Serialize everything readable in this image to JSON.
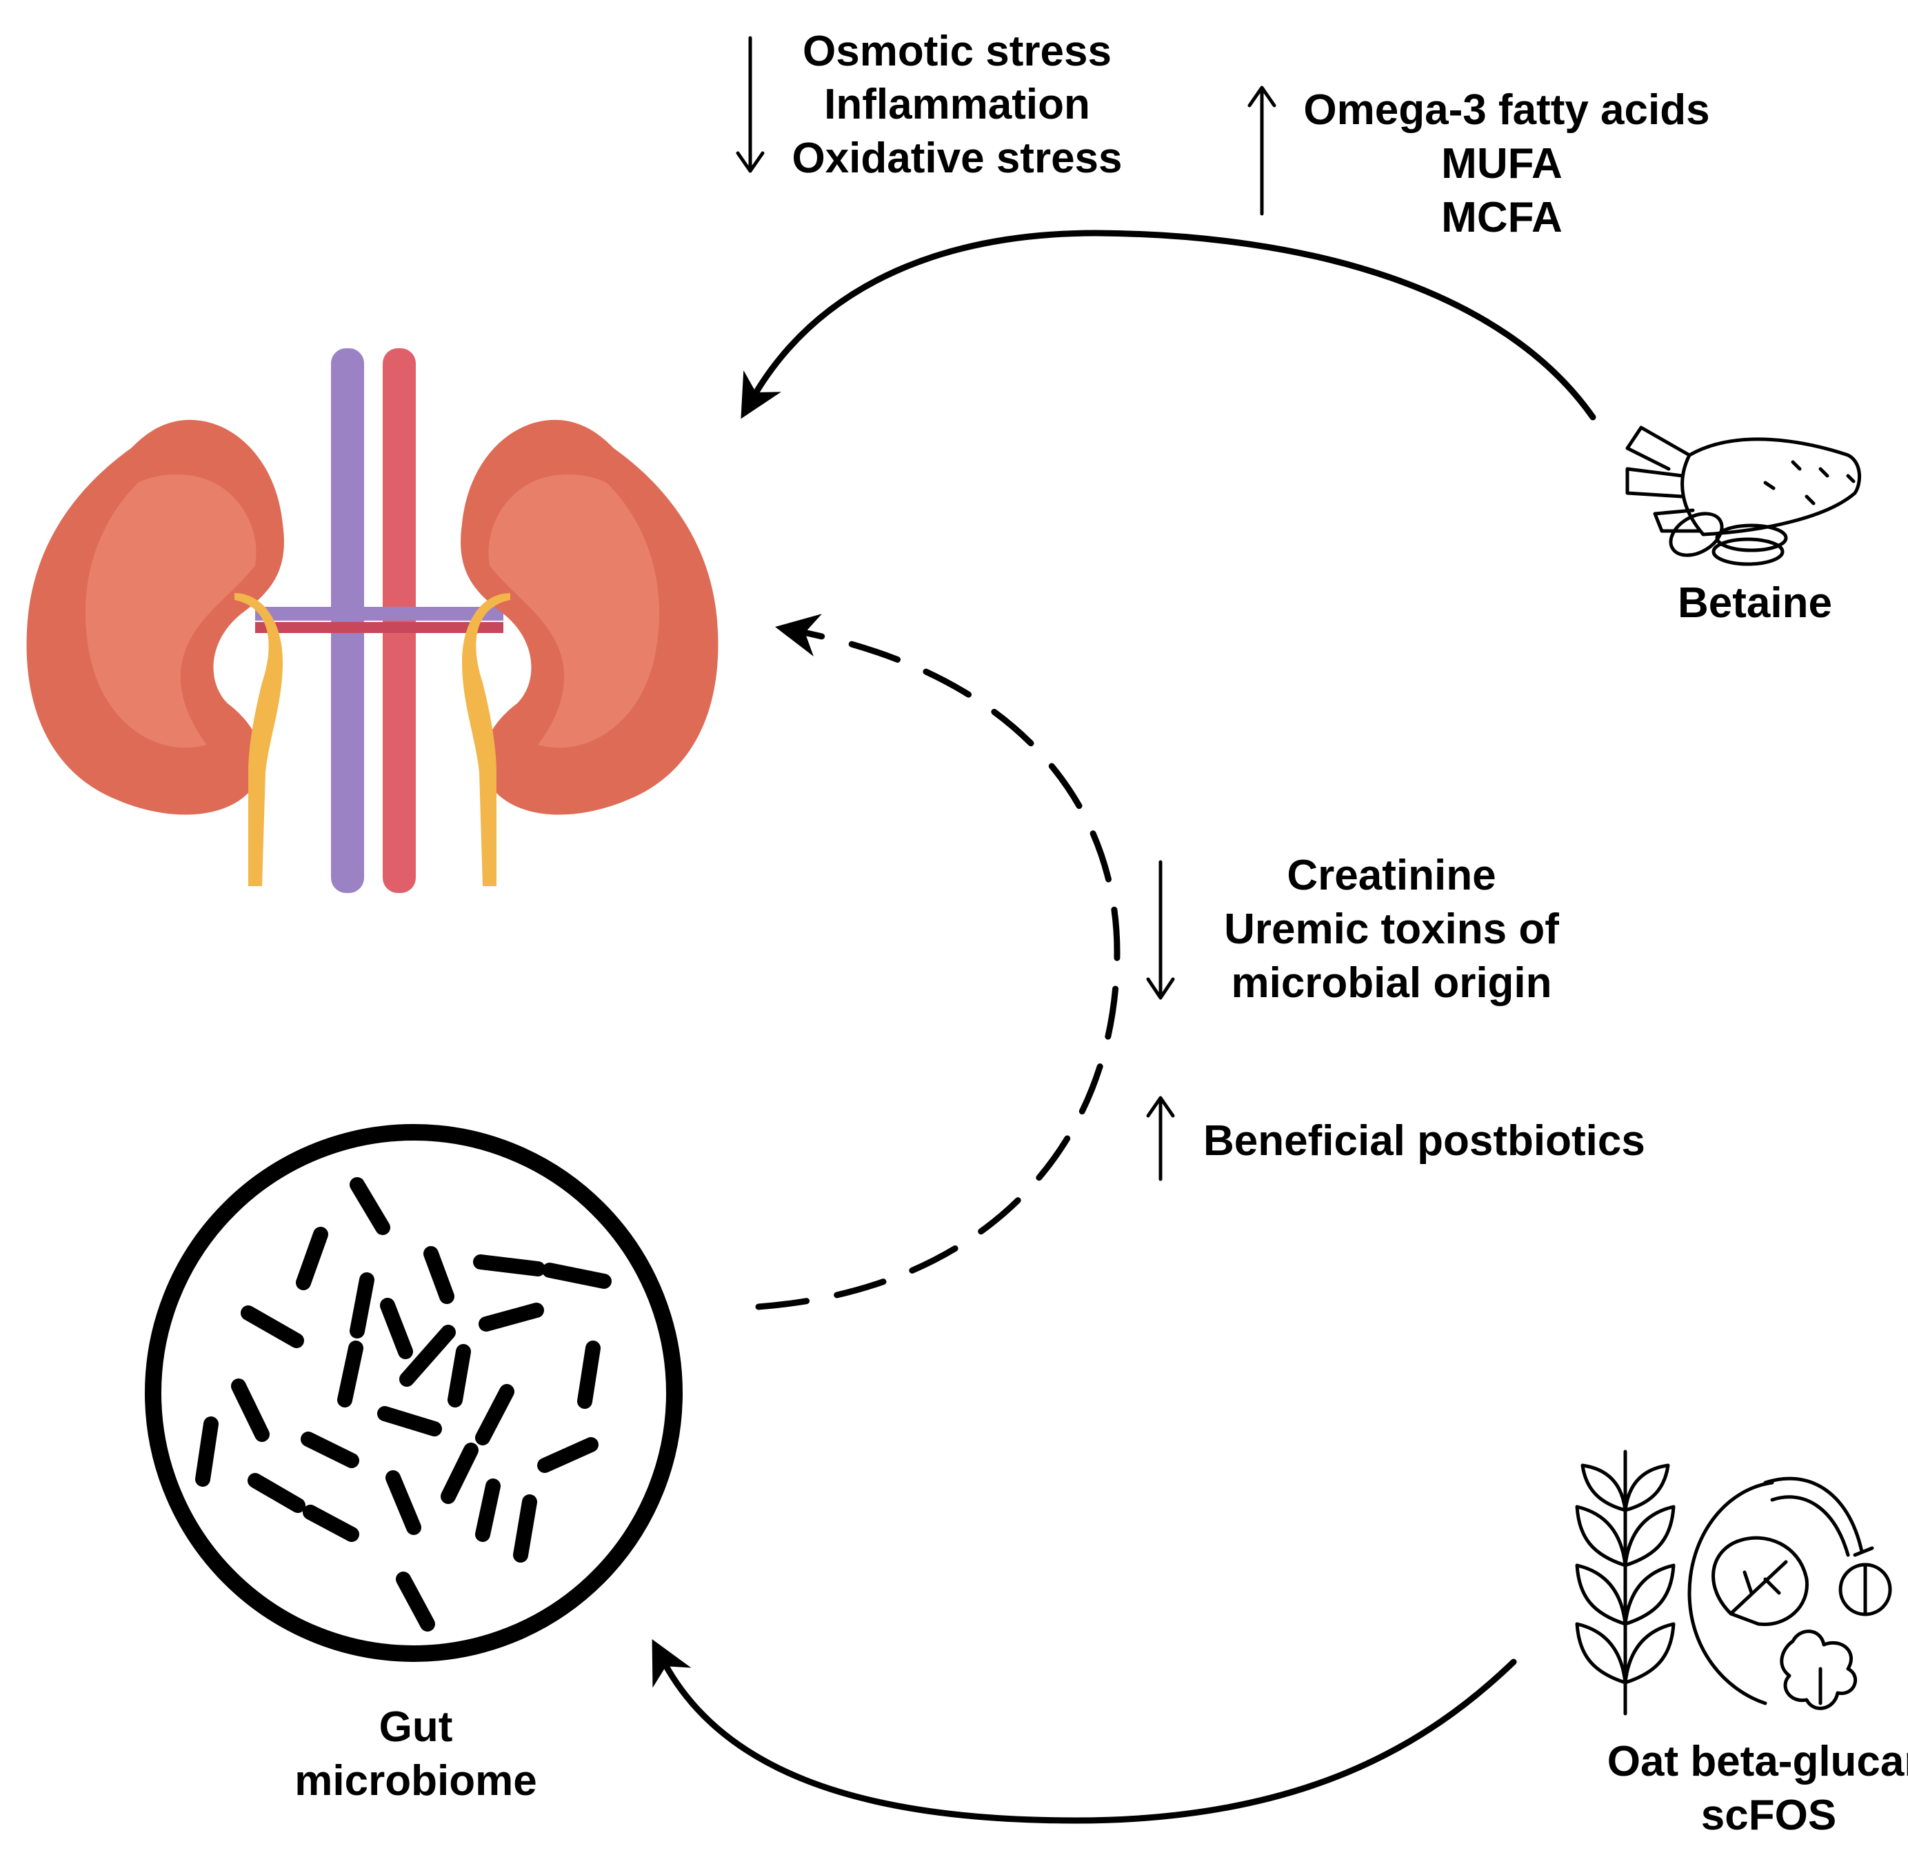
{
  "effects_top": {
    "direction": "down",
    "lines": [
      "Osmotic stress",
      "Inflammation",
      "Oxidative stress"
    ]
  },
  "effects_fatty": {
    "direction": "up",
    "lines": [
      "Omega-3 fatty acids",
      "MUFA",
      "MCFA"
    ]
  },
  "betaine": {
    "label": "Betaine"
  },
  "effects_toxins": {
    "direction": "down",
    "lines": [
      "Creatinine",
      "Uremic toxins of",
      "microbial origin"
    ]
  },
  "effects_postbiotics": {
    "direction": "up",
    "lines": [
      "Beneficial postbiotics"
    ]
  },
  "gut": {
    "lines": [
      "Gut",
      "microbiome"
    ]
  },
  "fiber": {
    "lines": [
      "Oat beta-glucan",
      "scFOS"
    ]
  },
  "colors": {
    "kidney": "#dd6b55",
    "kidney_highlight": "#f08f78",
    "vein": "#9b82c4",
    "artery": "#e0606a",
    "ureter": "#f2b64a",
    "line": "#000000"
  }
}
